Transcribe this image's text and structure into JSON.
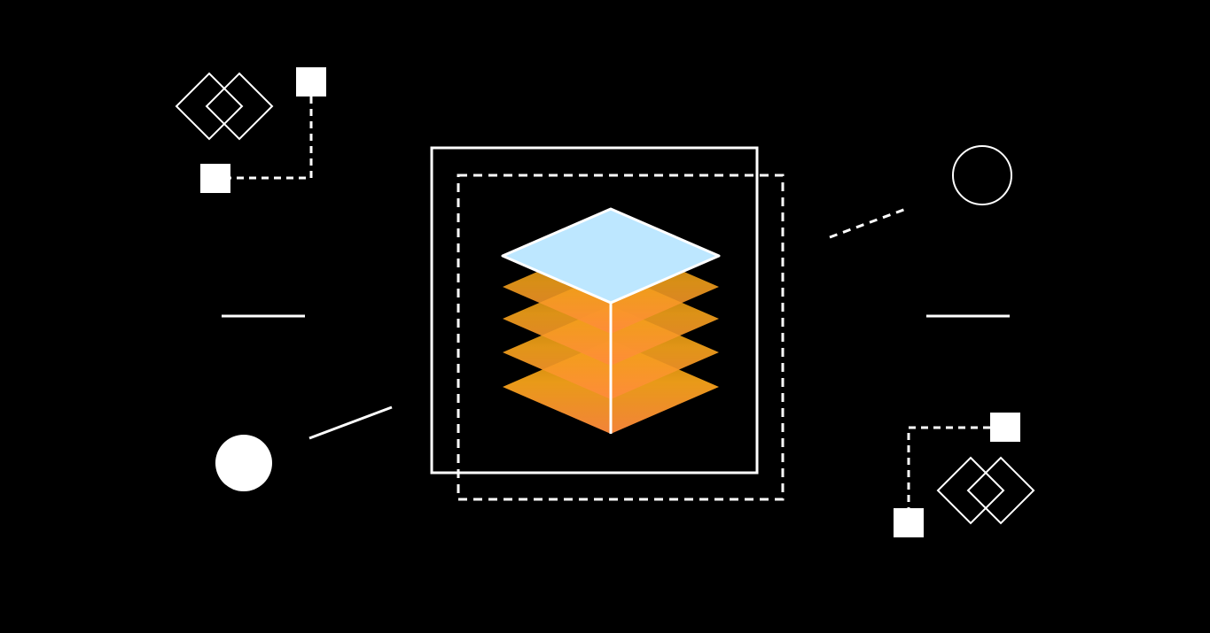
{
  "colors": {
    "background": "#000000",
    "stroke": "#FFFFFF",
    "top_face": "#BDE7FF",
    "layer_dark": "#C88A00",
    "layer_mid": "#F5A21A",
    "layer_light": "#FF8A3C"
  },
  "illustration": {
    "central_layer_count": 5,
    "decorations": [
      "double-diamond-icon",
      "square-node-icon",
      "circle-outline-icon",
      "circle-filled-icon",
      "dashed-connector",
      "short-line"
    ]
  }
}
